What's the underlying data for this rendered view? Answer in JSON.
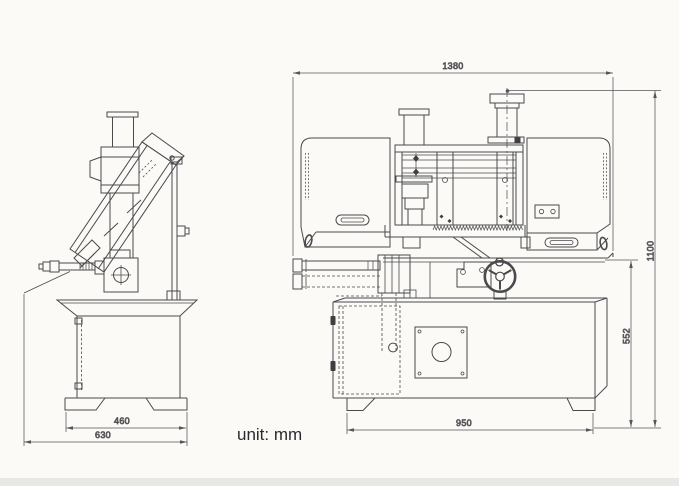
{
  "labels": {
    "unit": "unit: mm"
  },
  "dims": {
    "front_overall_width": "1380",
    "front_overall_height": "1100",
    "front_table_height": "552",
    "front_feet_span": "950",
    "side_base_width": "460",
    "side_overall_depth": "630"
  },
  "colors": {
    "line": "#4a4a4e",
    "dim_line": "#55555a",
    "paper": "#fbfaf6",
    "paper_edge": "#e9e8e4",
    "text": "#2b2b2e"
  }
}
